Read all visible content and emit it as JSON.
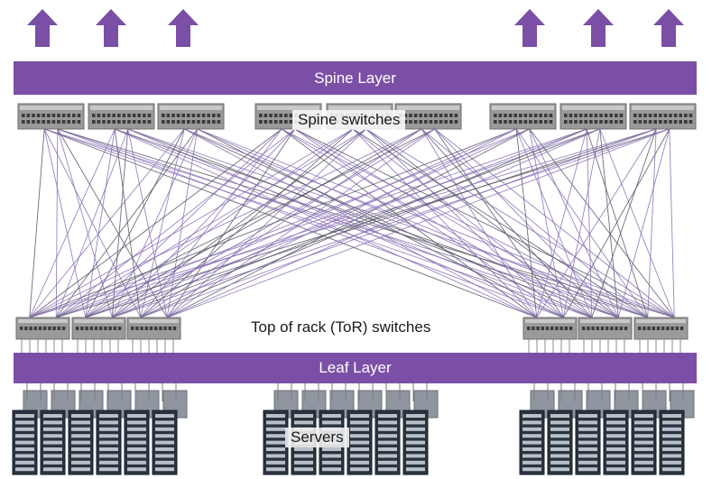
{
  "labels": {
    "spine_layer": "Spine Layer",
    "spine_switches": "Spine switches",
    "tor_switches": "Top of rack (ToR) switches",
    "leaf_layer": "Leaf Layer",
    "servers": "Servers"
  },
  "colors": {
    "accent": "#7b4fa6",
    "link": "#8a6fb5",
    "link_dark": "#555566",
    "switch": "#9a9a9a",
    "server": "#2a3340"
  },
  "icons": {
    "uplink": "arrow-up-icon",
    "spine_switch": "network-switch-icon",
    "tor_switch": "network-switch-icon",
    "server": "server-rack-icon"
  }
}
